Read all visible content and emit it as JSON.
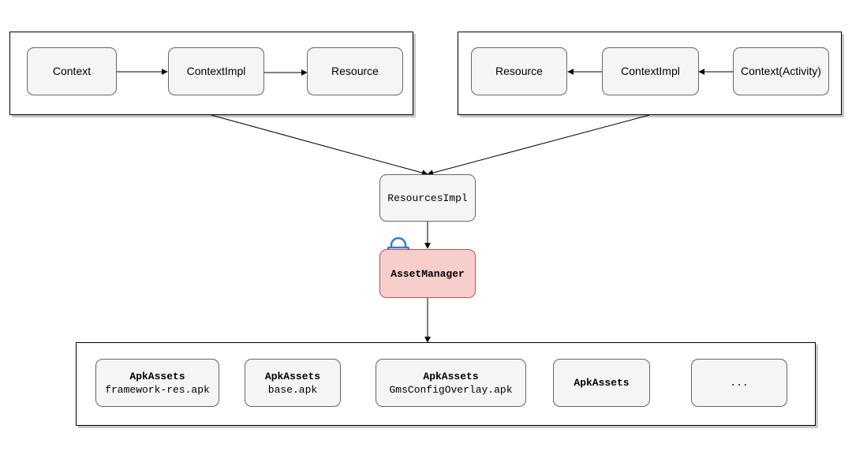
{
  "left_group": {
    "context": "Context",
    "context_impl": "ContextImpl",
    "resource": "Resource"
  },
  "right_group": {
    "resource": "Resource",
    "context_impl": "ContextImpl",
    "context_activity": "Context(Activity)"
  },
  "resources_impl": "ResourcesImpl",
  "asset_manager": "AssetManager",
  "asset_manager_color": "#f8cecc",
  "lock_icon_color": "#2f7bd8",
  "apk_assets": [
    {
      "title": "ApkAssets",
      "file": "framework-res.apk"
    },
    {
      "title": "ApkAssets",
      "file": "base.apk"
    },
    {
      "title": "ApkAssets",
      "file": "GmsConfigOverlay.apk"
    },
    {
      "title": "ApkAssets"
    },
    {
      "title": "..."
    }
  ]
}
